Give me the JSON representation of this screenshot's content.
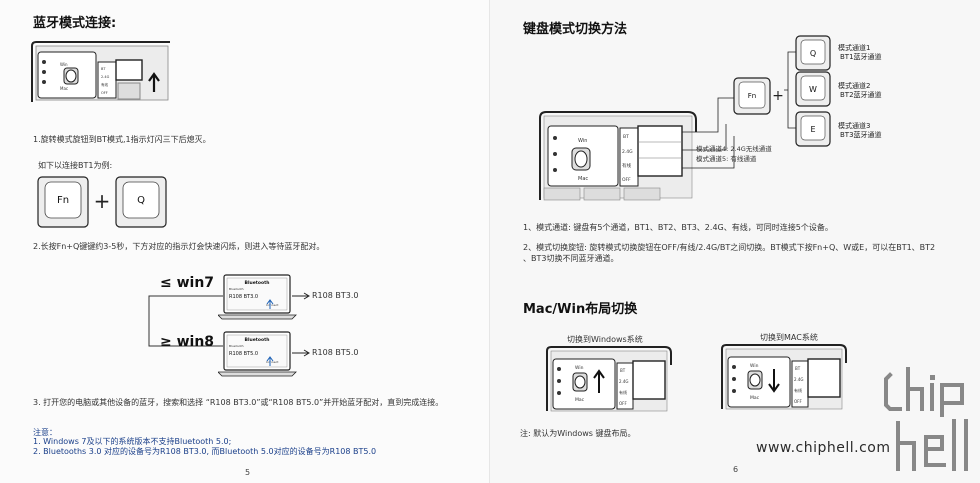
{
  "left": {
    "title": "蓝牙模式连接:",
    "step1": "1.旋转模式旋钮到BT模式,1指示灯闪三下后熄灭。",
    "example_caption": "如下以连接BT1为例:",
    "key_fn": "Fn",
    "key_q": "Q",
    "plus": "+",
    "step2": "2.长按Fn+Q键键约3-5秒，下方对应的指示灯会快速闪烁，则进入等待蓝牙配对。",
    "win7": {
      "label": "≤ win7",
      "bt_title": "Bluetooth",
      "bt_sub": "Bluetooth",
      "device": "R108 BT3.0",
      "connect": "Connect",
      "result": "R108 BT3.0"
    },
    "win8": {
      "label": "≥ win8",
      "bt_title": "Bluetooth",
      "bt_sub": "Bluetooth",
      "device": "R108 BT5.0",
      "connect": "Connect",
      "result": "R108 BT5.0"
    },
    "step3": "3. 打开您的电脑或其他设备的蓝牙，搜索和选择 “R108 BT3.0”或“R108 BT5.0”并开始蓝牙配对，直到完成连接。",
    "note_title": "注意：",
    "note1": "1. Windows 7及以下的系统版本不支持Bluetooth 5.0;",
    "note2": "2. Bluetooths 3.0 对应的设备号为R108 BT3.0, 而Bluetooth 5.0对应的设备号为R108 BT5.0",
    "page_number": "5",
    "switch_labels": [
      "Win",
      "Mac"
    ],
    "slider_labels": [
      "BT",
      "2.4G",
      "有线",
      "OFF"
    ]
  },
  "right": {
    "title": "键盘模式切换方法",
    "key_fn": "Fn",
    "plus": "+",
    "keys": [
      {
        "key": "Q",
        "line1": "模式通道1",
        "line2": "BT1蓝牙通道"
      },
      {
        "key": "W",
        "line1": "模式通道2",
        "line2": "BT2蓝牙通道"
      },
      {
        "key": "E",
        "line1": "模式通道3",
        "line2": "BT3蓝牙通道"
      }
    ],
    "channel4": "模式通道4: 2.4G无线通道",
    "channel5": "模式通道5: 有线通道",
    "switch_labels": [
      "Win",
      "Mac"
    ],
    "slider_labels": [
      "BT",
      "2.4G",
      "有线",
      "OFF"
    ],
    "desc1": "1、模式通道: 键盘有5个通道，BT1、BT2、BT3、2.4G、有线，可同时连接5个设备。",
    "desc2a": "2、模式切换旋钮: 旋转模式切换旋钮在OFF/有线/2.4G/BT之间切换。BT模式下按Fn+Q、W或E，可以在BT1、BT2",
    "desc2b": "、BT3切换不同蓝牙通道。",
    "section2_title": "Mac/Win布局切换",
    "caption_win": "切换到Windows系统",
    "caption_mac": "切换到MAC系统",
    "note": "注: 默认为Windows 键盘布局。",
    "page_number": "6"
  },
  "watermark": {
    "url": "www.chiphell.com",
    "logo": "chip hell"
  }
}
